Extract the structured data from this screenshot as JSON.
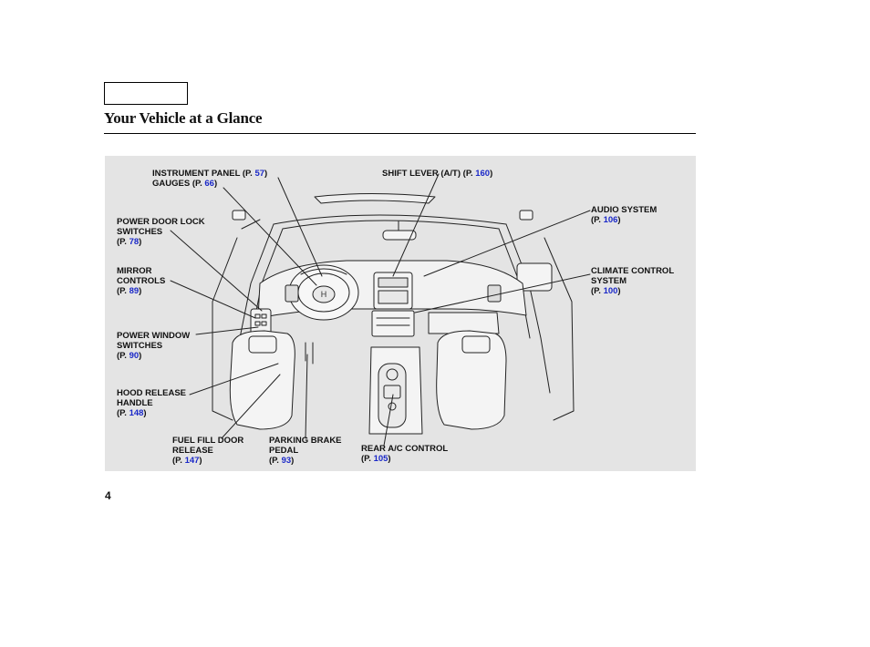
{
  "page": {
    "title": "Your Vehicle at a Glance",
    "number": "4"
  },
  "callouts": {
    "instrument_panel": {
      "label": "INSTRUMENT PANEL",
      "prefix": "(P.",
      "page": "57",
      "suffix": ")"
    },
    "gauges": {
      "label": "GAUGES",
      "prefix": "(P.",
      "page": "66",
      "suffix": ")"
    },
    "shift_lever": {
      "label": "SHIFT LEVER (A/T)",
      "prefix": "(P.",
      "page": "160",
      "suffix": ")"
    },
    "audio_system": {
      "line1": "AUDIO SYSTEM",
      "prefix": "(P.",
      "page": "106",
      "suffix": ")"
    },
    "power_door_lock": {
      "line1": "POWER DOOR LOCK",
      "line2": "SWITCHES",
      "prefix": "(P.",
      "page": "78",
      "suffix": ")"
    },
    "mirror_controls": {
      "line1": "MIRROR",
      "line2": "CONTROLS",
      "prefix": "(P.",
      "page": "89",
      "suffix": ")"
    },
    "climate_control": {
      "line1": "CLIMATE CONTROL",
      "line2": "SYSTEM",
      "prefix": "(P.",
      "page": "100",
      "suffix": ")"
    },
    "power_window": {
      "line1": "POWER WINDOW",
      "line2": "SWITCHES",
      "prefix": "(P.",
      "page": "90",
      "suffix": ")"
    },
    "hood_release": {
      "line1": "HOOD RELEASE",
      "line2": "HANDLE",
      "prefix": "(P.",
      "page": "148",
      "suffix": ")"
    },
    "fuel_fill": {
      "line1": "FUEL FILL DOOR",
      "line2": "RELEASE",
      "prefix": "(P.",
      "page": "147",
      "suffix": ")"
    },
    "parking_brake": {
      "line1": "PARKING BRAKE",
      "line2": "PEDAL",
      "prefix": "(P.",
      "page": "93",
      "suffix": ")"
    },
    "rear_ac": {
      "line1": "REAR A/C CONTROL",
      "prefix": "(P.",
      "page": "105",
      "suffix": ")"
    }
  },
  "colors": {
    "page_ref": "#1a28c8",
    "figure_bg": "#e4e4e4"
  }
}
